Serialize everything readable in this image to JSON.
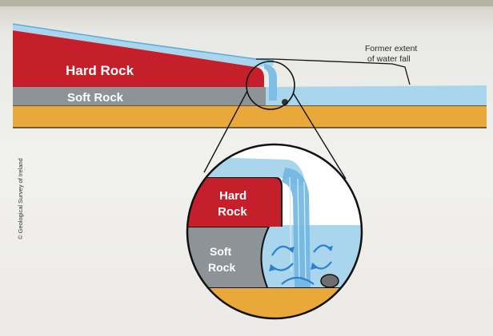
{
  "labels": {
    "hard_rock": "Hard Rock",
    "soft_rock": "Soft Rock",
    "former_extent_line1": "Former extent",
    "former_extent_line2": "of water fall",
    "zoom_hard_line1": "Hard",
    "zoom_hard_line2": "Rock",
    "zoom_soft_line1": "Soft",
    "zoom_soft_line2": "Rock",
    "credit": "© Geological Survey of Ireland"
  },
  "colors": {
    "hard_rock": "#c51f2b",
    "soft_rock": "#8e9397",
    "sediment": "#e8a93a",
    "water": "#a9d6ec",
    "water_dark": "#5fa9d8",
    "eddy_arrows": "#2f7fd0",
    "outline": "#111111"
  }
}
